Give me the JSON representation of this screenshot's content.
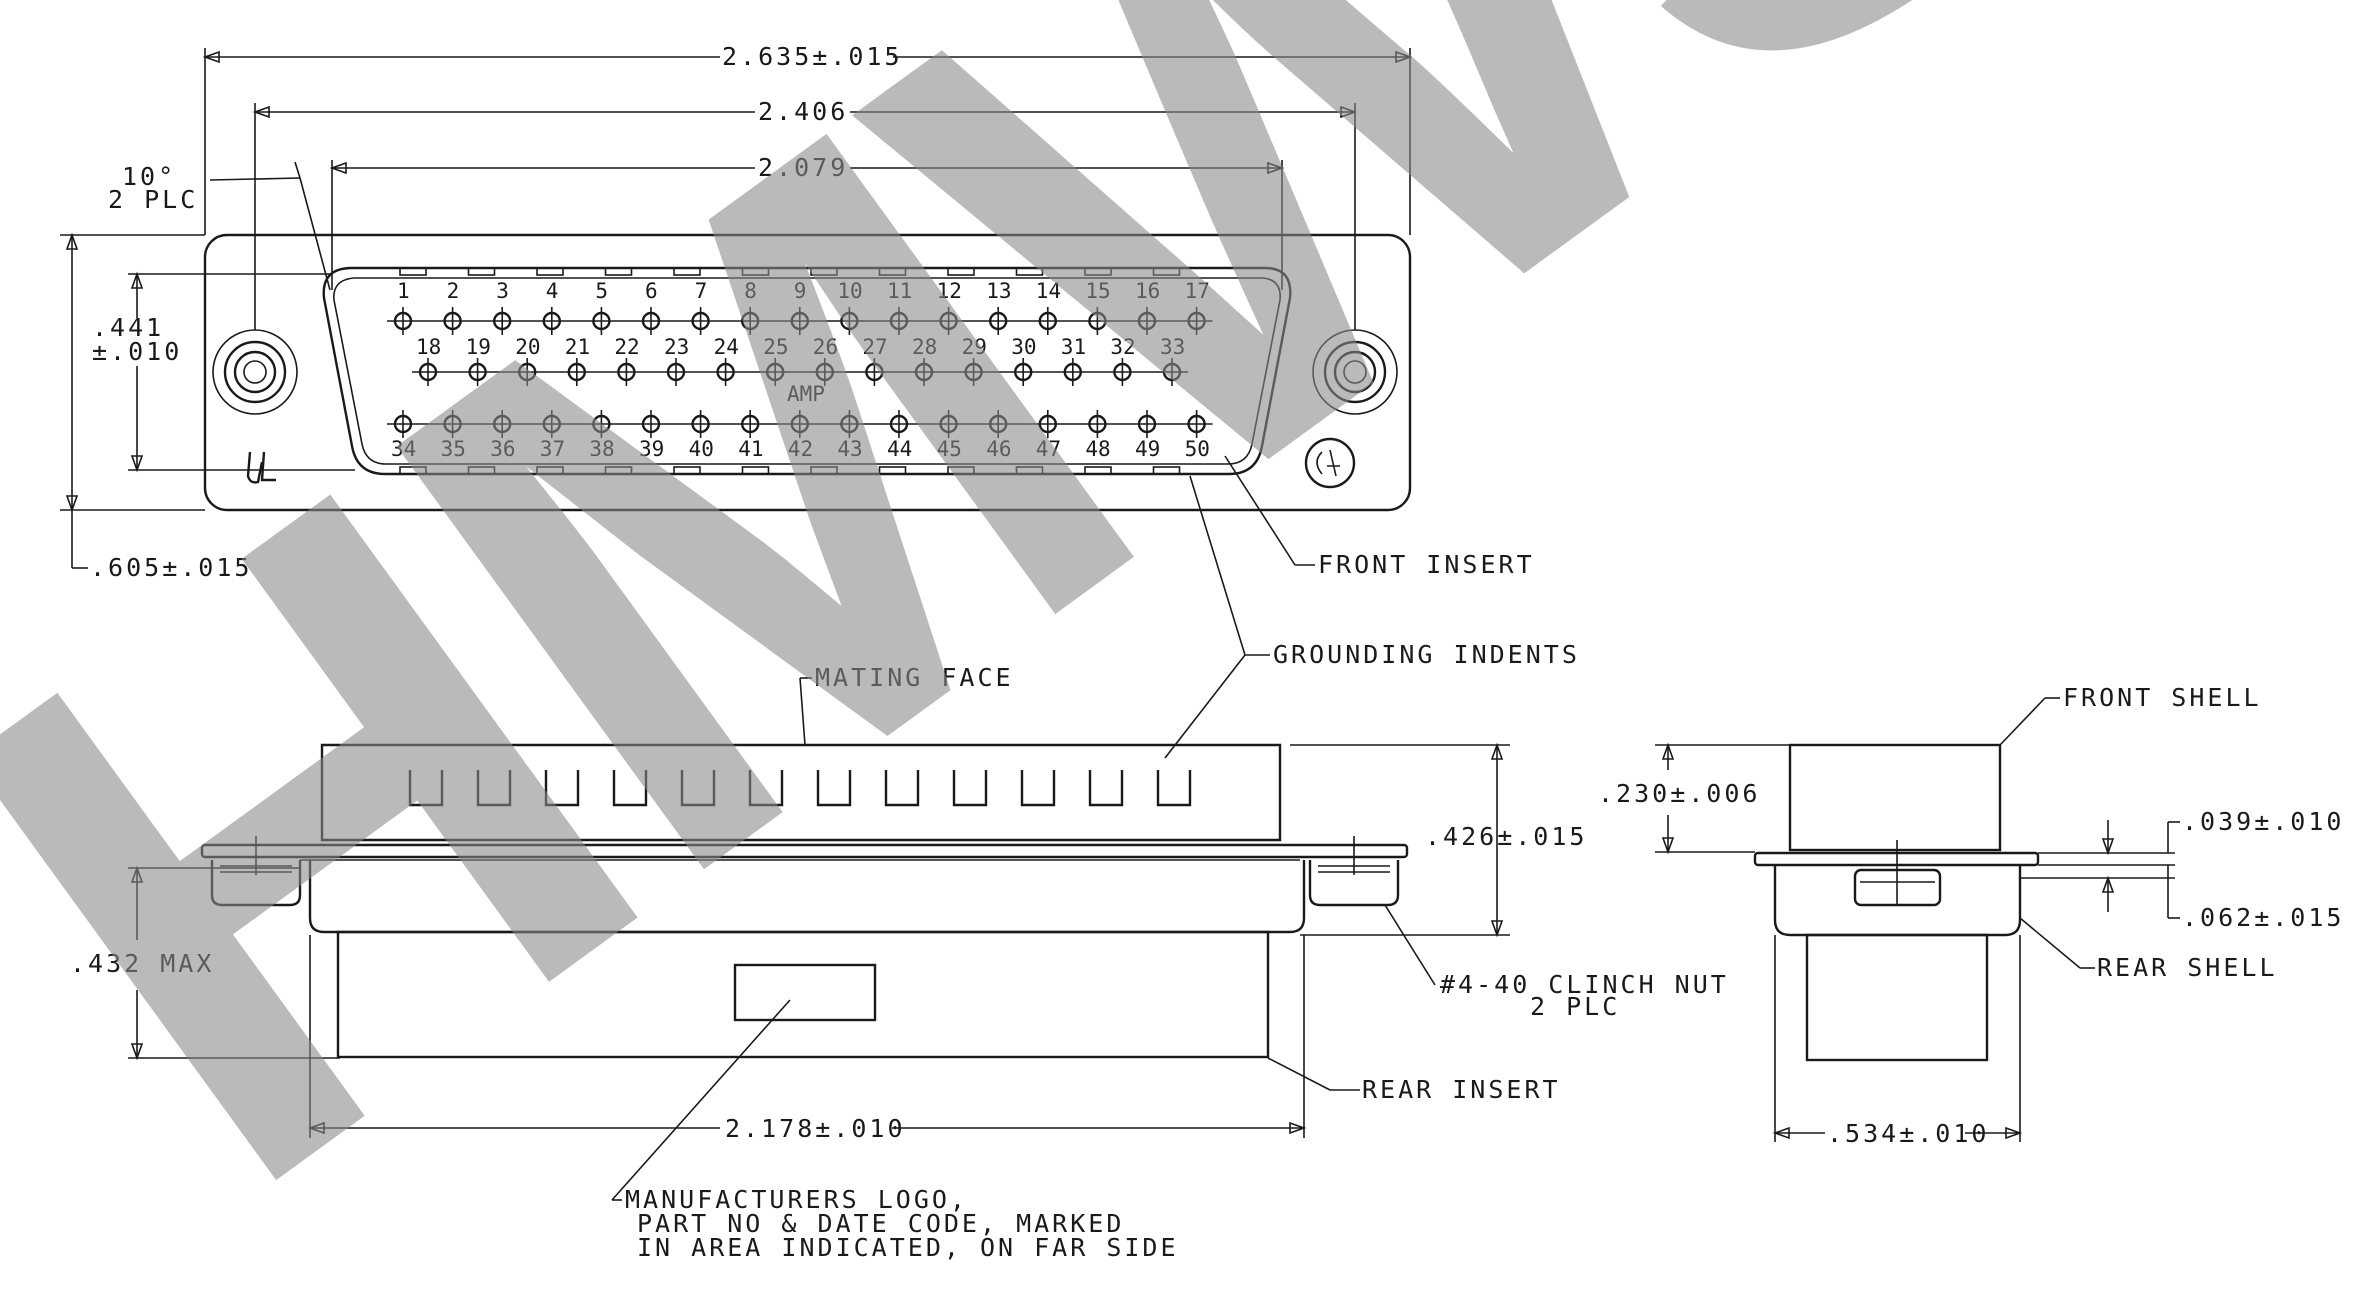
{
  "watermark": "HMWS",
  "colors": {
    "line": "#1a1a1a",
    "watermark": "#8a8a8a",
    "background": "#ffffff"
  },
  "dimensions": {
    "overall_width": "2.635±.015",
    "mounting_hole_spacing": "2.406",
    "insert_width": "2.079",
    "angle": "10°",
    "angle_qty": "2 PLC",
    "insert_height": ".441",
    "insert_height_tol": "±.010",
    "overall_height": ".605±.015",
    "front_height": ".426±.015",
    "depth_max": ".432 MAX",
    "rear_width": "2.178±.010",
    "front_shell_depth": ".230±.006",
    "flange_thickness": ".039±.010",
    "rear_offset": ".062±.015",
    "side_width": ".534±.010"
  },
  "callouts": {
    "front_insert": "FRONT INSERT",
    "grounding_indents": "GROUNDING INDENTS",
    "mating_face": "MATING FACE",
    "clinch_nut": "#4-40 CLINCH NUT",
    "clinch_nut_qty": "2 PLC",
    "rear_insert": "REAR INSERT",
    "front_shell": "FRONT SHELL",
    "rear_shell": "REAR SHELL",
    "logo_note_1": "MANUFACTURERS LOGO,",
    "logo_note_2": "PART NO & DATE CODE, MARKED",
    "logo_note_3": "IN AREA INDICATED, ON FAR SIDE",
    "brand": "AMP"
  },
  "pins": {
    "row1": [
      "1",
      "2",
      "3",
      "4",
      "5",
      "6",
      "7",
      "8",
      "9",
      "10",
      "11",
      "12",
      "13",
      "14",
      "15",
      "16",
      "17"
    ],
    "row2": [
      "18",
      "19",
      "20",
      "21",
      "22",
      "23",
      "24",
      "25",
      "26",
      "27",
      "28",
      "29",
      "30",
      "31",
      "32",
      "33"
    ],
    "row3": [
      "34",
      "35",
      "36",
      "37",
      "38",
      "39",
      "40",
      "41",
      "42",
      "43",
      "44",
      "45",
      "46",
      "47",
      "48",
      "49",
      "50"
    ]
  }
}
